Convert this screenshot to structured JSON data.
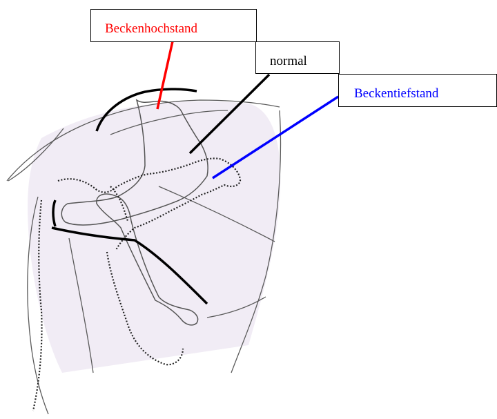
{
  "labels": {
    "high": "Beckenhochstand",
    "normal": "normal",
    "low": "Beckentiefstand"
  },
  "colors": {
    "high": "#ff0000",
    "normal": "#000000",
    "low": "#0000ff",
    "outline": "#555555",
    "shading": "#ece6f1"
  }
}
